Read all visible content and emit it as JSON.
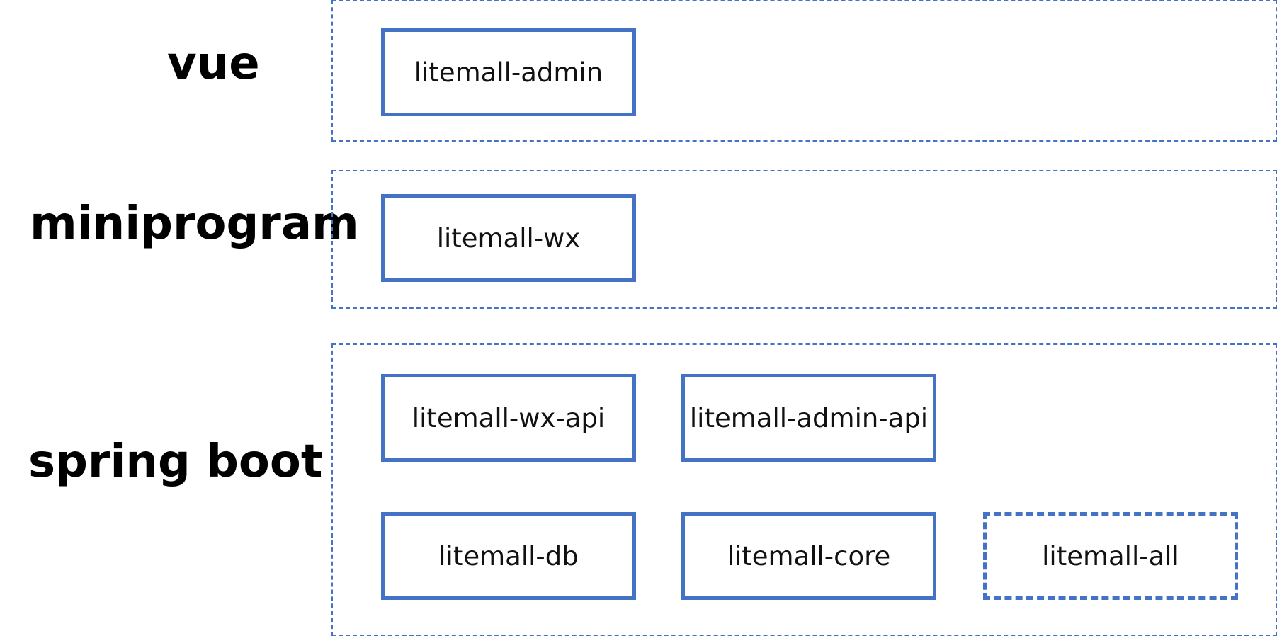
{
  "colors": {
    "box_border": "#4472C4",
    "label_text": "#000000",
    "module_text": "#111111",
    "background": "#ffffff"
  },
  "layers": {
    "vue": {
      "label": "vue",
      "modules": [
        "litemall-admin"
      ]
    },
    "miniprogram": {
      "label": "miniprogram",
      "modules": [
        "litemall-wx"
      ]
    },
    "spring_boot": {
      "label": "spring boot",
      "modules": [
        "litemall-wx-api",
        "litemall-admin-api",
        "litemall-db",
        "litemall-core",
        "litemall-all"
      ]
    }
  }
}
